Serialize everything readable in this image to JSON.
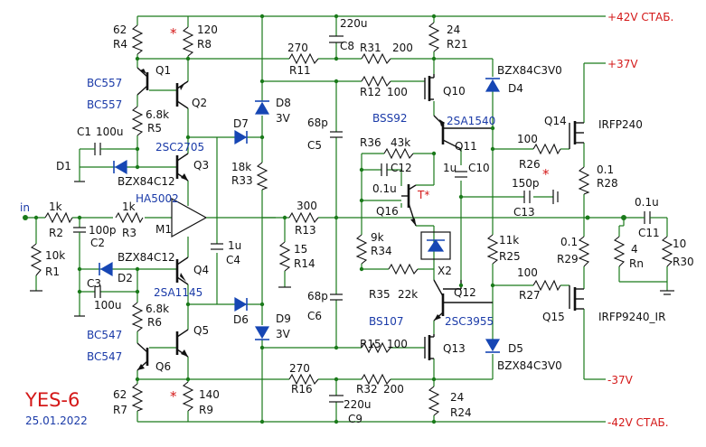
{
  "title": "YES-6",
  "date": "25.01.2022",
  "rails": {
    "pos42": "+42V СТАБ.",
    "neg42": "-42V СТАБ.",
    "pos37": "+37V",
    "neg37": "-37V"
  },
  "input_label": "in",
  "components": {
    "R1": {
      "ref": "R1",
      "value": "10k"
    },
    "R2": {
      "ref": "R2",
      "value": "1k"
    },
    "R3": {
      "ref": "R3",
      "value": "1k"
    },
    "C2": {
      "ref": "C2",
      "value": "100p"
    },
    "R4": {
      "ref": "R4",
      "value": "62"
    },
    "R8": {
      "ref": "R8",
      "value": "120"
    },
    "Q1": {
      "ref": "Q1",
      "part": "BC557"
    },
    "Q2": {
      "ref": "Q2",
      "part": "BC557"
    },
    "R5": {
      "ref": "R5",
      "value": "6.8k"
    },
    "C1": {
      "ref": "C1",
      "value": "100u"
    },
    "D1": {
      "ref": "D1",
      "part": "BZX84C12"
    },
    "Q3": {
      "ref": "Q3",
      "part": "2SC2705"
    },
    "M1": {
      "ref": "M1",
      "part": "HA5002"
    },
    "D2": {
      "ref": "D2",
      "part": "BZX84C12"
    },
    "C3": {
      "ref": "C3",
      "value": "100u"
    },
    "Q4": {
      "ref": "Q4",
      "part": "2SA1145"
    },
    "R6": {
      "ref": "R6",
      "value": "6.8k"
    },
    "Q5": {
      "ref": "Q5",
      "part": "BC547"
    },
    "Q6": {
      "ref": "Q6",
      "part": "BC547"
    },
    "R7": {
      "ref": "R7",
      "value": "62"
    },
    "R9": {
      "ref": "R9",
      "value": "140"
    },
    "C4": {
      "ref": "C4",
      "value": "1u"
    },
    "D7": {
      "ref": "D7"
    },
    "D8": {
      "ref": "D8",
      "value": "3V"
    },
    "R33": {
      "ref": "R33",
      "value": "18k"
    },
    "D6": {
      "ref": "D6"
    },
    "D9": {
      "ref": "D9",
      "value": "3V"
    },
    "C8": {
      "ref": "C8",
      "value": "220u"
    },
    "R11": {
      "ref": "R11",
      "value": "270"
    },
    "R31": {
      "ref": "R31",
      "value": "200"
    },
    "R12": {
      "ref": "R12",
      "value": "100"
    },
    "C5": {
      "ref": "C5",
      "value": "68p"
    },
    "R13": {
      "ref": "R13",
      "value": "300"
    },
    "R14": {
      "ref": "R14",
      "value": "15"
    },
    "C6": {
      "ref": "C6",
      "value": "68p"
    },
    "R15": {
      "ref": "R15",
      "value": "100"
    },
    "R16": {
      "ref": "R16",
      "value": "270"
    },
    "R32": {
      "ref": "R32",
      "value": "200"
    },
    "C9": {
      "ref": "C9",
      "value": "220u"
    },
    "R21": {
      "ref": "R21",
      "value": "24"
    },
    "R24": {
      "ref": "R24",
      "value": "24"
    },
    "Q10": {
      "ref": "Q10",
      "part": "BSS92"
    },
    "Q13": {
      "ref": "Q13",
      "part": "BS107"
    },
    "Q11": {
      "ref": "Q11",
      "part": "2SA1540"
    },
    "Q12": {
      "ref": "Q12",
      "part": "2SC3955"
    },
    "D4": {
      "ref": "D4",
      "part": "BZX84C3V0"
    },
    "D5": {
      "ref": "D5",
      "part": "BZX84C3V0"
    },
    "R36": {
      "ref": "R36",
      "value": "43k"
    },
    "C12": {
      "ref": "C12",
      "value": "0.1u"
    },
    "Q16": {
      "ref": "Q16",
      "marker": "T*"
    },
    "R34": {
      "ref": "R34",
      "value": "9k"
    },
    "R35": {
      "ref": "R35",
      "value": "22k"
    },
    "X2": {
      "ref": "X2"
    },
    "C10": {
      "ref": "C10",
      "value": "1u"
    },
    "C13": {
      "ref": "C13",
      "value": "150p"
    },
    "R25": {
      "ref": "R25",
      "value": "11k"
    },
    "R26": {
      "ref": "R26",
      "value": "100"
    },
    "R27": {
      "ref": "R27",
      "value": "100"
    },
    "Q14": {
      "ref": "Q14",
      "part": "IRFP240"
    },
    "Q15": {
      "ref": "Q15",
      "part": "IRFP9240_IR"
    },
    "R28": {
      "ref": "R28",
      "value": "0.1"
    },
    "R29": {
      "ref": "R29",
      "value": "0.1"
    },
    "C11": {
      "ref": "C11",
      "value": "0.1u"
    },
    "Rn": {
      "ref": "Rn",
      "value": "4"
    },
    "R30": {
      "ref": "R30",
      "value": "10"
    }
  },
  "marks": {
    "star": "*"
  }
}
